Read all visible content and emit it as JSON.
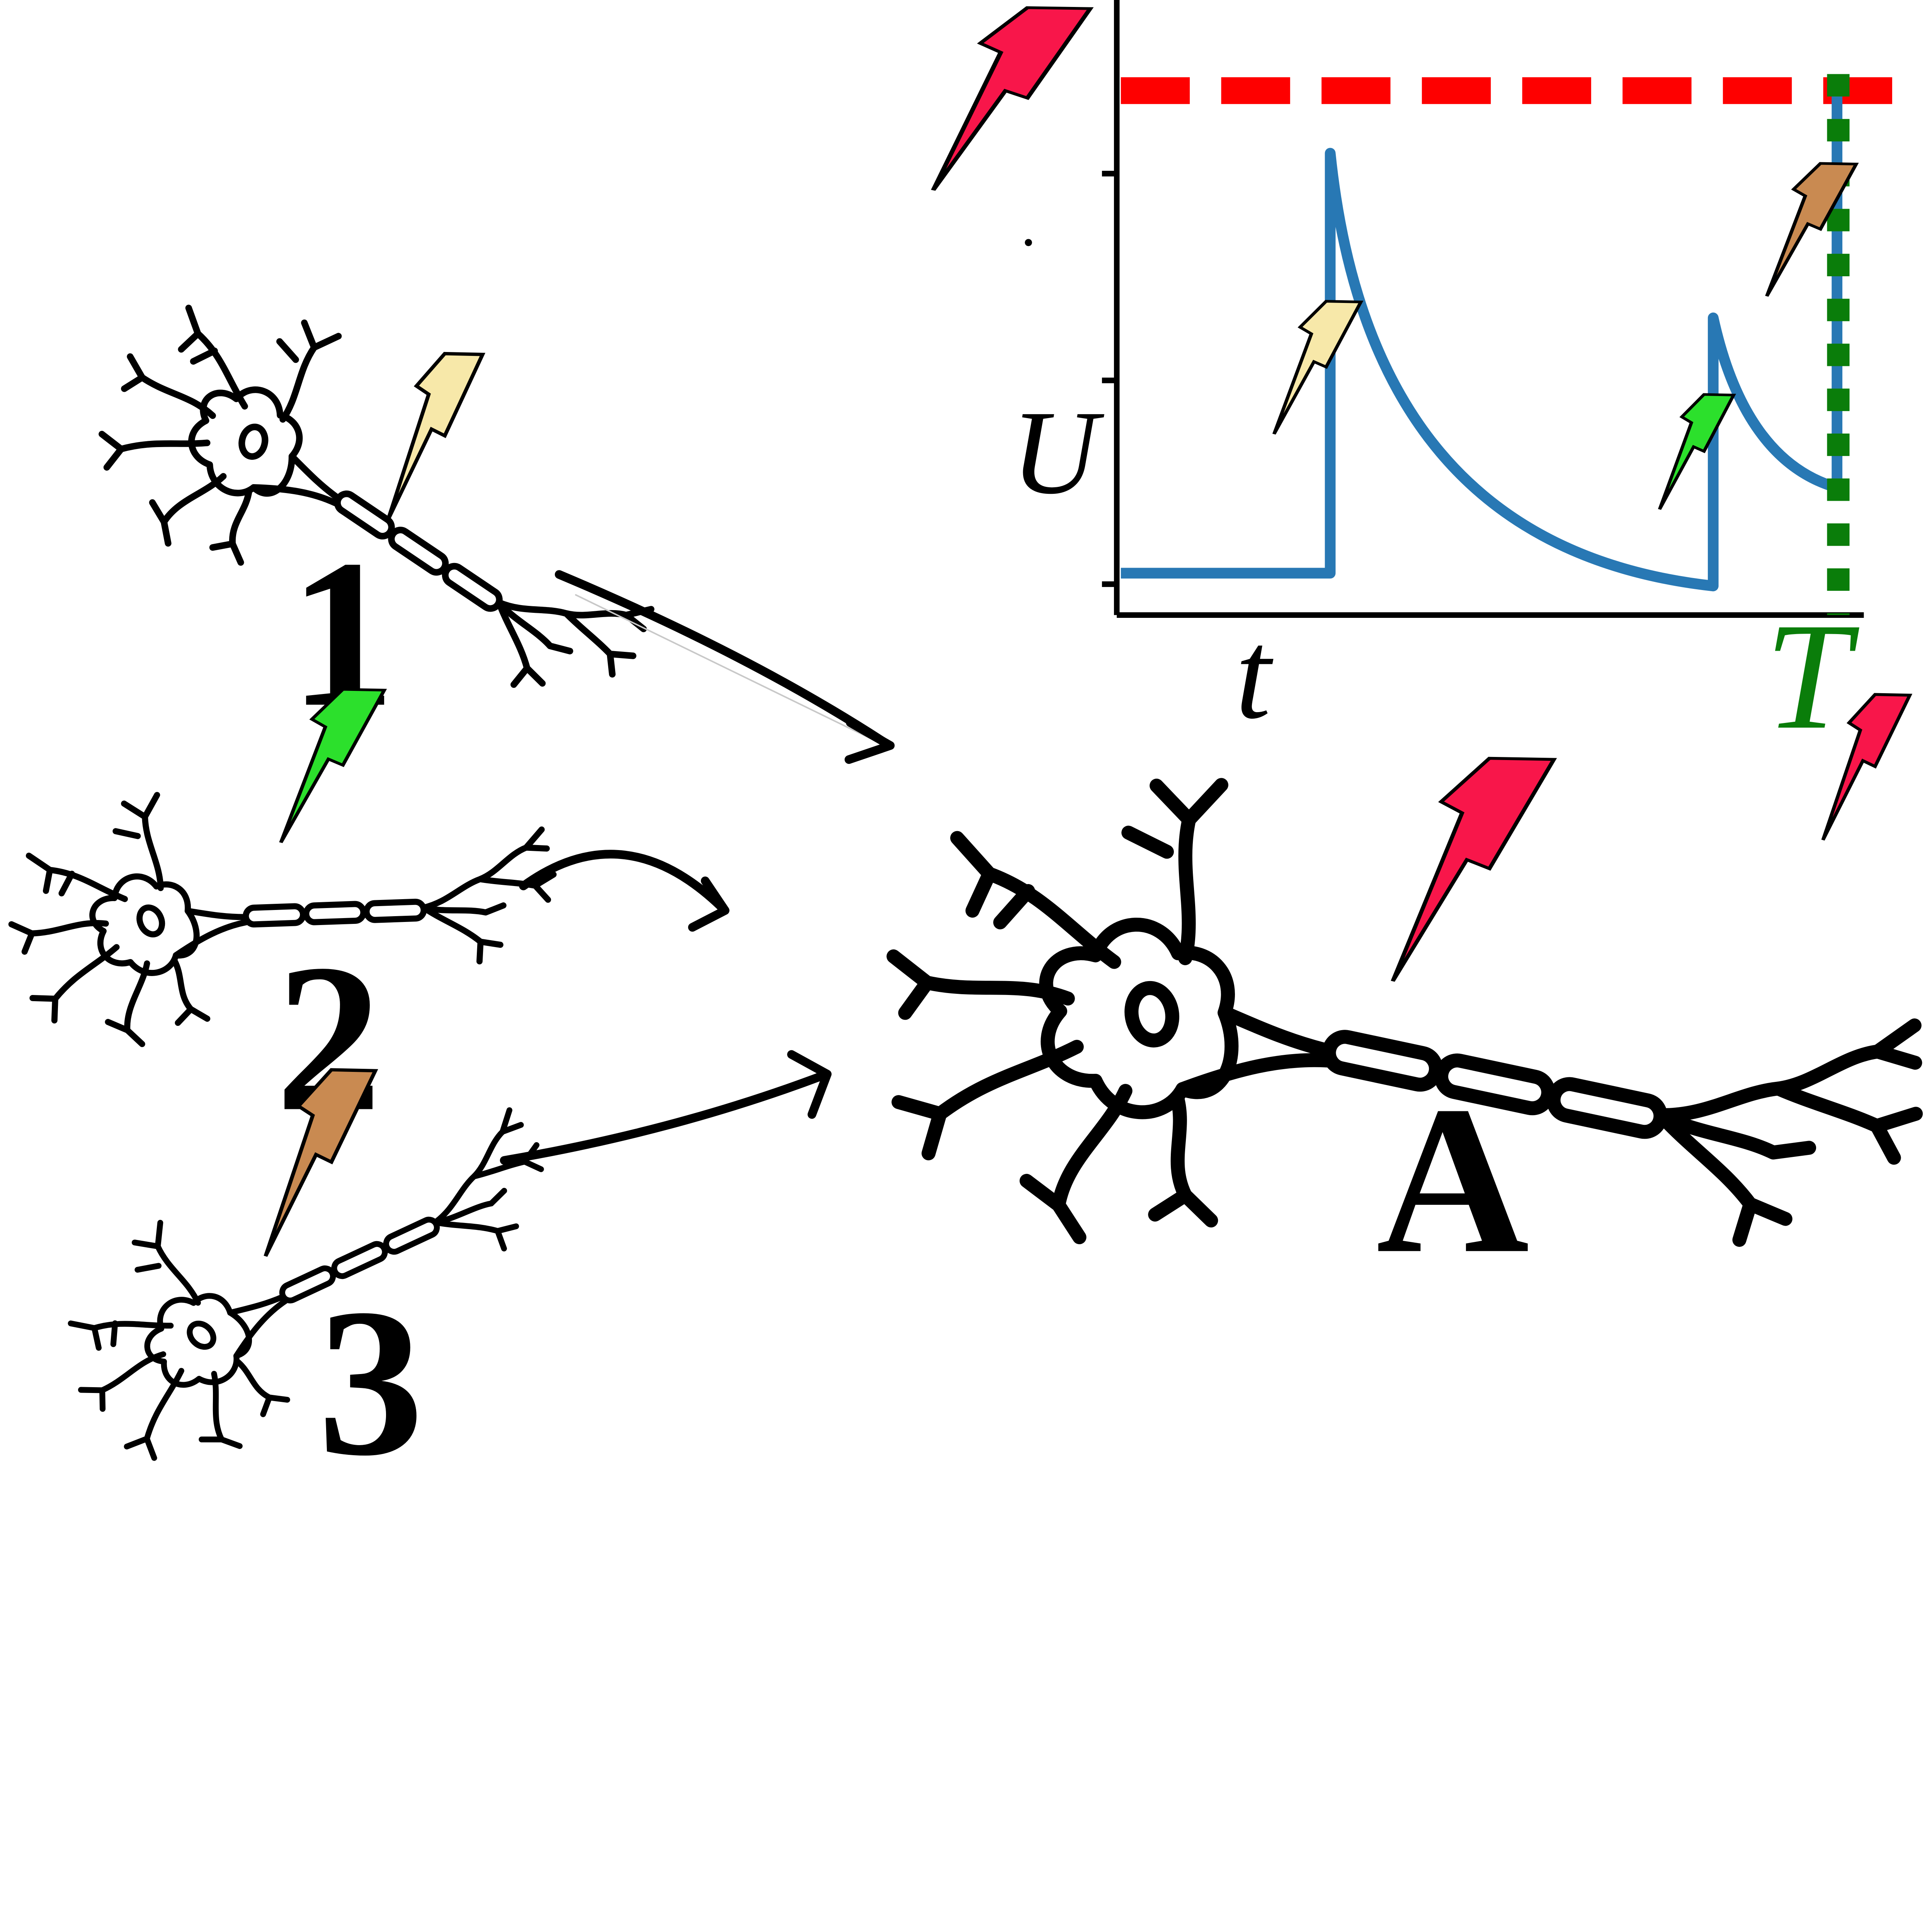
{
  "diagram": {
    "description": "Spiking neuron model: three presynaptic neurons send spikes to postsynaptic neuron A; inset plot shows membrane potential U over time t reaching threshold at time T",
    "input_neurons": [
      {
        "label": "1",
        "bolt": "cream-bolt",
        "bolt_color": "#f7e8a9"
      },
      {
        "label": "2",
        "bolt": "green-bolt",
        "bolt_color": "#2ce02c"
      },
      {
        "label": "3",
        "bolt": "brown-bolt",
        "bolt_color": "#c98a51"
      }
    ],
    "output_neuron": {
      "label": "A",
      "bolt": "red-bolt",
      "bolt_color": "#f8164a"
    },
    "plot": {
      "ylabel": "U",
      "xlabel": "t",
      "time_marker_label": "T",
      "colors": {
        "curve_blue": "#2878b4",
        "threshold_red": "#fe0000",
        "marker_green": "#0a7d0a",
        "ink": "#000000"
      }
    }
  },
  "chart_data": {
    "type": "line",
    "title": "",
    "xlabel": "t",
    "ylabel": "U",
    "legend": "none",
    "grid": false,
    "axis_ticks": "unlabeled",
    "xlim": [
      0,
      1.05
    ],
    "ylim": [
      -0.15,
      1.15
    ],
    "series": [
      {
        "name": "membrane potential U(t)",
        "color": "#2878b4",
        "x": [
          0.0,
          0.3,
          0.3,
          0.42,
          0.55,
          0.8,
          0.8,
          0.88,
          0.965,
          0.965
        ],
        "y": [
          0.0,
          0.0,
          0.84,
          0.4,
          0.14,
          -0.02,
          0.53,
          0.28,
          0.19,
          1.0
        ]
      }
    ],
    "threshold_line": {
      "value": 1.0,
      "style": "dashed",
      "color": "#fe0000"
    },
    "event_marker": {
      "label": "T",
      "x": 0.965,
      "style": "dotted",
      "color": "#0a7d0a"
    },
    "input_spike_events": [
      {
        "x": 0.3,
        "source_neuron": "1",
        "color": "#f7e8a9"
      },
      {
        "x": 0.8,
        "source_neuron": "2",
        "color": "#2ce02c"
      },
      {
        "x": 0.965,
        "source_neuron": "3",
        "color": "#c98a51"
      }
    ],
    "output_spike_event": {
      "x": 0.965,
      "neuron": "A",
      "color": "#f8164a"
    }
  }
}
